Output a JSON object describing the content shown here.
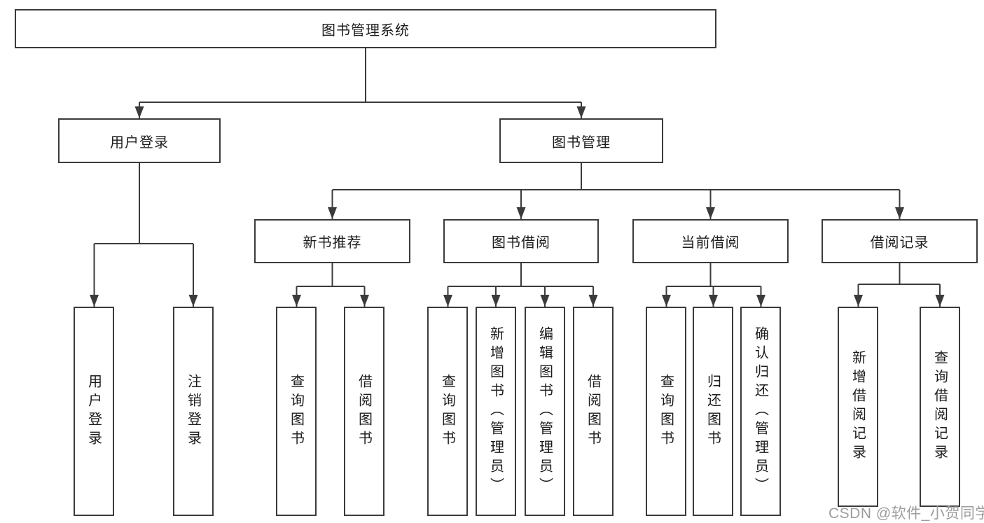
{
  "title": "图书管理系统",
  "colors": {
    "line": "#3b3b3b",
    "box_border": "#3b3b3b",
    "box_fill": "#ffffff",
    "text": "#1c1c1c",
    "watermark": "#9d9d9d",
    "background": "#ffffff"
  },
  "watermark": {
    "text": "CSDN @软件_小贺同学"
  },
  "nodes": {
    "root": {
      "label": "图书管理系统"
    },
    "user_login": {
      "label": "用户登录"
    },
    "book_management": {
      "label": "图书管理"
    },
    "new_book_recommend": {
      "label": "新书推荐"
    },
    "book_borrowing": {
      "label": "图书借阅"
    },
    "current_borrowing": {
      "label": "当前借阅"
    },
    "borrowing_records": {
      "label": "借阅记录"
    },
    "leaf_user_login": {
      "label": "用户登录"
    },
    "leaf_logout": {
      "label": "注销登录"
    },
    "leaf_query_books_a": {
      "label": "查询图书"
    },
    "leaf_borrow_books_a": {
      "label": "借阅图书"
    },
    "leaf_query_books_b": {
      "label": "查询图书"
    },
    "leaf_add_books_admin": {
      "label": "新增图书（管理员）"
    },
    "leaf_edit_books_admin": {
      "label": "编辑图书（管理员）"
    },
    "leaf_borrow_books_b": {
      "label": "借阅图书"
    },
    "leaf_query_books_c": {
      "label": "查询图书"
    },
    "leaf_return_books": {
      "label": "归还图书"
    },
    "leaf_confirm_return_admin": {
      "label": "确认归还（管理员）"
    },
    "leaf_add_borrow_record": {
      "label": "新增借阅记录"
    },
    "leaf_query_borrow_record": {
      "label": "查询借阅记录"
    }
  },
  "edges": [
    [
      "root",
      "user_login"
    ],
    [
      "root",
      "book_management"
    ],
    [
      "user_login",
      "leaf_user_login"
    ],
    [
      "user_login",
      "leaf_logout"
    ],
    [
      "book_management",
      "new_book_recommend"
    ],
    [
      "book_management",
      "book_borrowing"
    ],
    [
      "book_management",
      "current_borrowing"
    ],
    [
      "book_management",
      "borrowing_records"
    ],
    [
      "new_book_recommend",
      "leaf_query_books_a"
    ],
    [
      "new_book_recommend",
      "leaf_borrow_books_a"
    ],
    [
      "book_borrowing",
      "leaf_query_books_b"
    ],
    [
      "book_borrowing",
      "leaf_add_books_admin"
    ],
    [
      "book_borrowing",
      "leaf_edit_books_admin"
    ],
    [
      "book_borrowing",
      "leaf_borrow_books_b"
    ],
    [
      "current_borrowing",
      "leaf_query_books_c"
    ],
    [
      "current_borrowing",
      "leaf_return_books"
    ],
    [
      "current_borrowing",
      "leaf_confirm_return_admin"
    ],
    [
      "borrowing_records",
      "leaf_add_borrow_record"
    ],
    [
      "borrowing_records",
      "leaf_query_borrow_record"
    ]
  ]
}
